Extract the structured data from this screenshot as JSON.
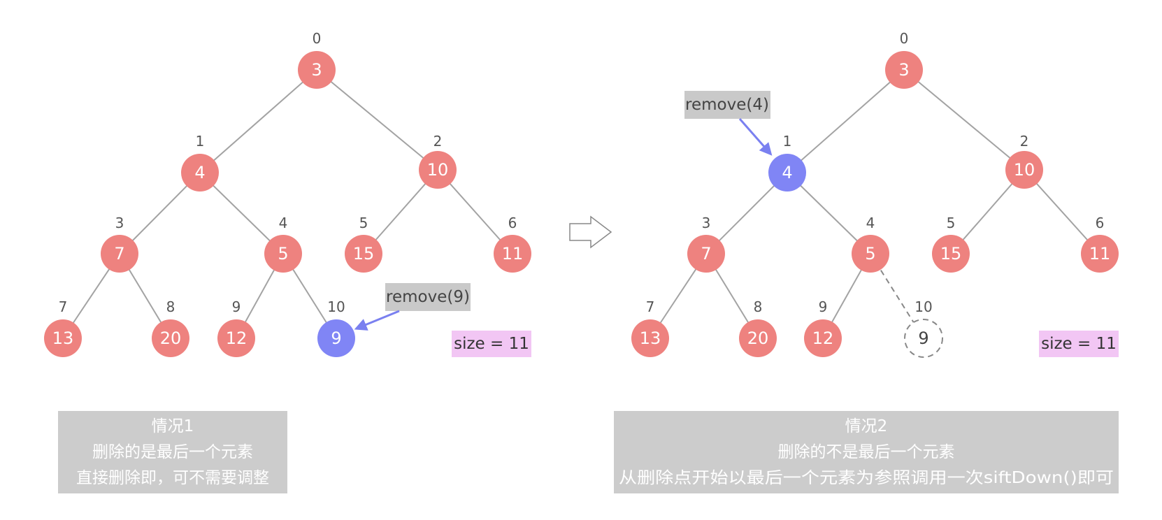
{
  "colors": {
    "node": "#ee827f",
    "highlight": "#8085f5",
    "edge": "#a3a3a3",
    "arrow": "#7a80f0",
    "size_badge": "#f2c6f4",
    "callout": "#c9c9c9",
    "caption_box": "#cccccc"
  },
  "transition_icon": "right-arrow-icon",
  "left_panel": {
    "indices": [
      "0",
      "1",
      "2",
      "3",
      "4",
      "5",
      "6",
      "7",
      "8",
      "9",
      "10"
    ],
    "values": [
      "3",
      "4",
      "10",
      "7",
      "5",
      "15",
      "11",
      "13",
      "20",
      "12",
      "9"
    ],
    "highlight_node": 10,
    "callout": "remove(9)",
    "size_label": "size = 11",
    "caption": {
      "line1": "情况1",
      "line2": "删除的是最后一个元素",
      "line3": "直接删除即，可不需要调整"
    }
  },
  "right_panel": {
    "indices": [
      "0",
      "1",
      "2",
      "3",
      "4",
      "5",
      "6",
      "7",
      "8",
      "9",
      "10"
    ],
    "values": [
      "3",
      "4",
      "10",
      "7",
      "5",
      "15",
      "11",
      "13",
      "20",
      "12",
      "9"
    ],
    "highlight_node": 1,
    "ghost_node": 10,
    "callout": "remove(4)",
    "size_label": "size = 11",
    "caption": {
      "line1": "情况2",
      "line2": "删除的不是最后一个元素",
      "line3": "从删除点开始以最后一个元素为参照调用一次siftDown()即可"
    }
  }
}
